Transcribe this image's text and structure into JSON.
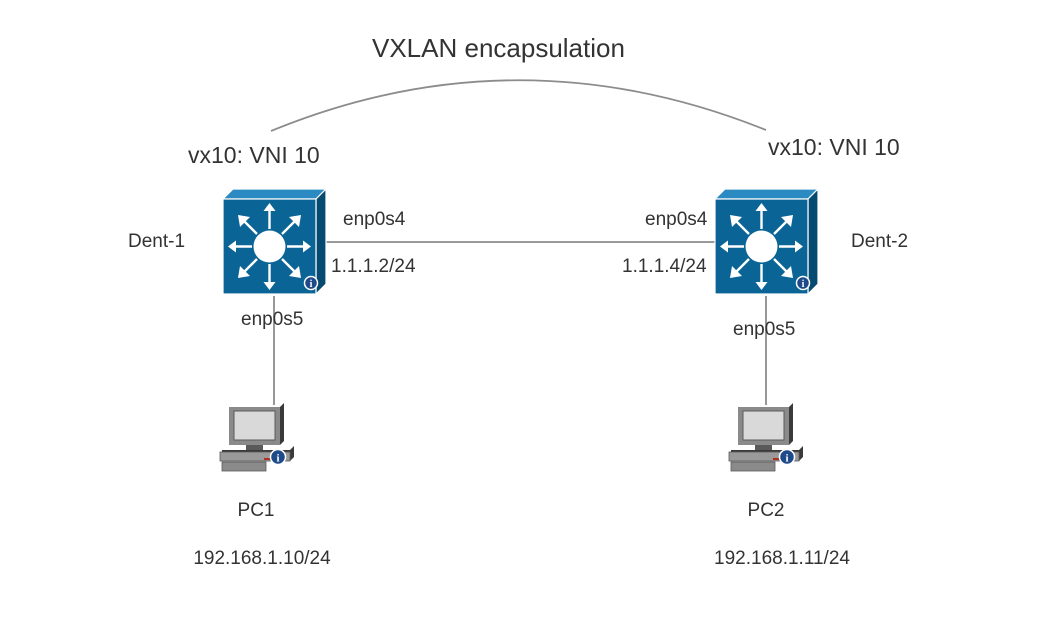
{
  "title": "VXLAN encapsulation",
  "tunnel": {
    "left_label": "vx10: VNI 10",
    "right_label": "vx10: VNI 10"
  },
  "switches": [
    {
      "name": "Dent-1",
      "uplink_iface": "enp0s4",
      "uplink_ip": "1.1.1.2/24",
      "host_iface": "enp0s5",
      "icon": "layer3-switch-icon"
    },
    {
      "name": "Dent-2",
      "uplink_iface": "enp0s4",
      "uplink_ip": "1.1.1.4/24",
      "host_iface": "enp0s5",
      "icon": "layer3-switch-icon"
    }
  ],
  "hosts": [
    {
      "name": "PC1",
      "ip": "192.168.1.10/24",
      "icon": "workstation-icon"
    },
    {
      "name": "PC2",
      "ip": "192.168.1.11/24",
      "icon": "workstation-icon"
    }
  ],
  "colors": {
    "switch_front": "#0a6496",
    "switch_top": "#2c8ac2",
    "switch_side": "#064a72",
    "link": "#8c8c8c",
    "info_badge": "#1f4a8a",
    "text": "#333333"
  }
}
